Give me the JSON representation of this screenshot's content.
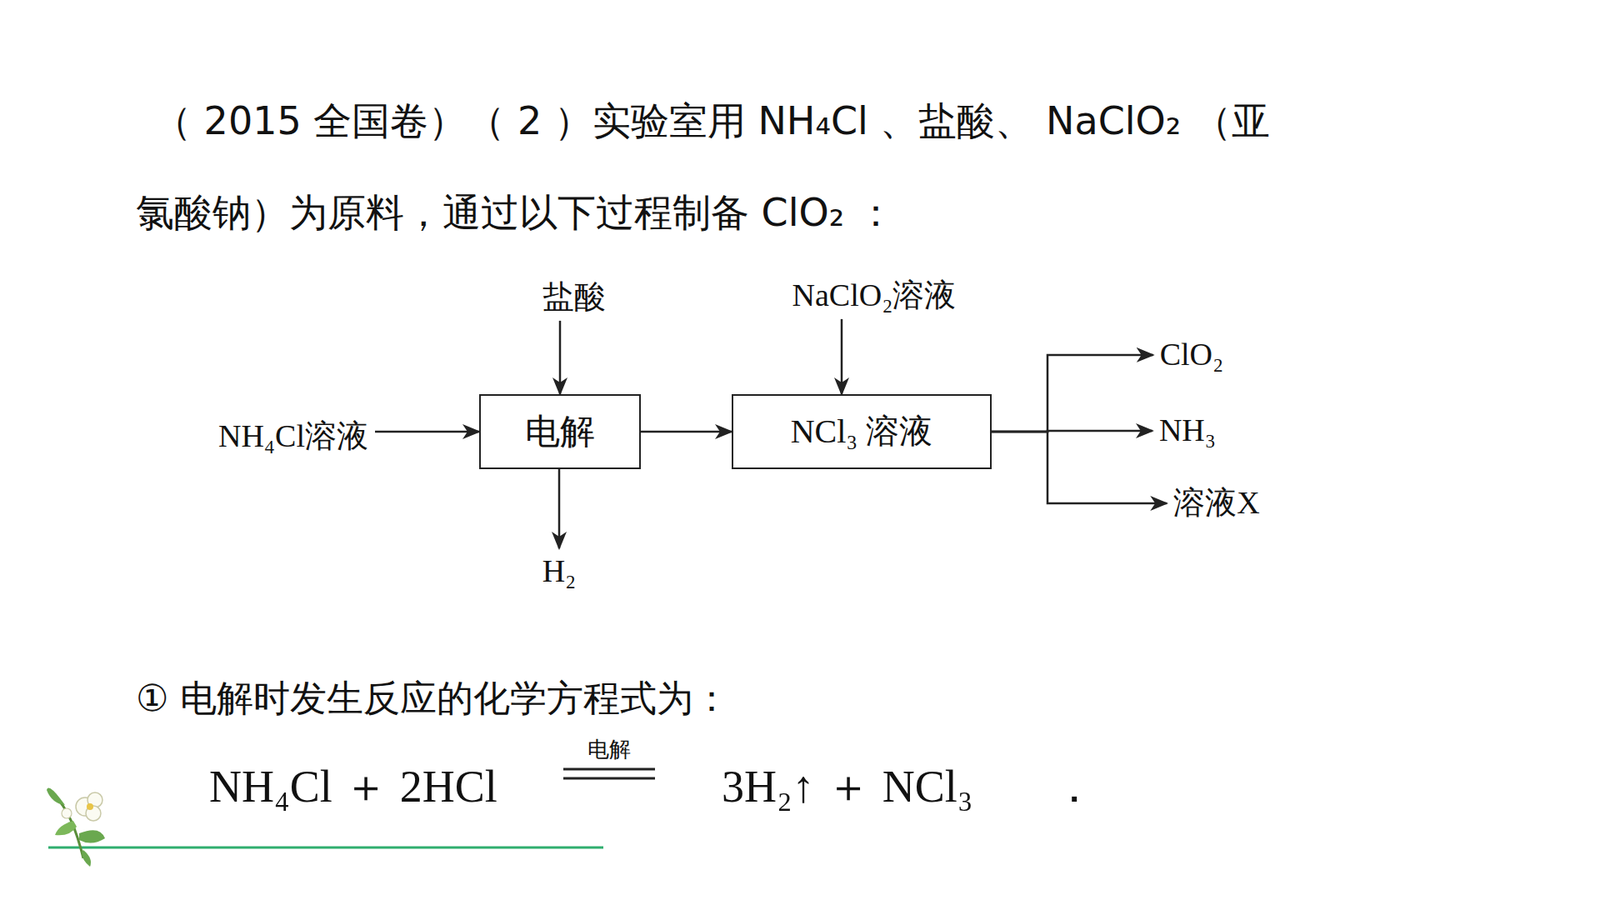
{
  "diagram": {
    "nodes": [
      {
        "text": [
          "盐酸"
        ]
      },
      {
        "text": [
          "NaClO₂溶液"
        ]
      },
      {
        "text": [
          "NH₄Cl溶液"
        ]
      },
      {
        "text": [
          "电解"
        ]
      },
      {
        "text": [
          "NCl₃ 溶液"
        ]
      },
      {
        "text": [
          "ClO₂"
        ]
      },
      {
        "text": [
          "NH₃"
        ]
      },
      {
        "text": [
          "溶液X"
        ]
      },
      {
        "text": [
          "H₂"
        ]
      }
    ],
    "edges": [
      {
        "from": 2,
        "to": 3,
        "arrow": "to"
      },
      {
        "from": 0,
        "to": 3,
        "arrow": "to"
      },
      {
        "from": 3,
        "to": 8,
        "arrow": "to"
      },
      {
        "from": 3,
        "to": 4,
        "arrow": "to"
      },
      {
        "from": 1,
        "to": 4,
        "arrow": "to"
      },
      {
        "from": 4,
        "to": 5,
        "arrow": "to"
      },
      {
        "from": 4,
        "to": 6,
        "arrow": "to"
      },
      {
        "from": 4,
        "to": 7,
        "arrow": "to"
      }
    ],
    "labels": [
      "（ 2015 全国卷）（ 2 ）实验室用 NH₄Cl 、盐酸、 NaClO₂ （亚",
      "氯酸钠）为原料，通过以下过程制备 ClO₂ ：",
      "① 电解时发生反应的化学方程式为：",
      "NH₄Cl ＋ 2HCl",
      "电解",
      "3H₂↑ ＋ NCl₃",
      "．"
    ]
  }
}
